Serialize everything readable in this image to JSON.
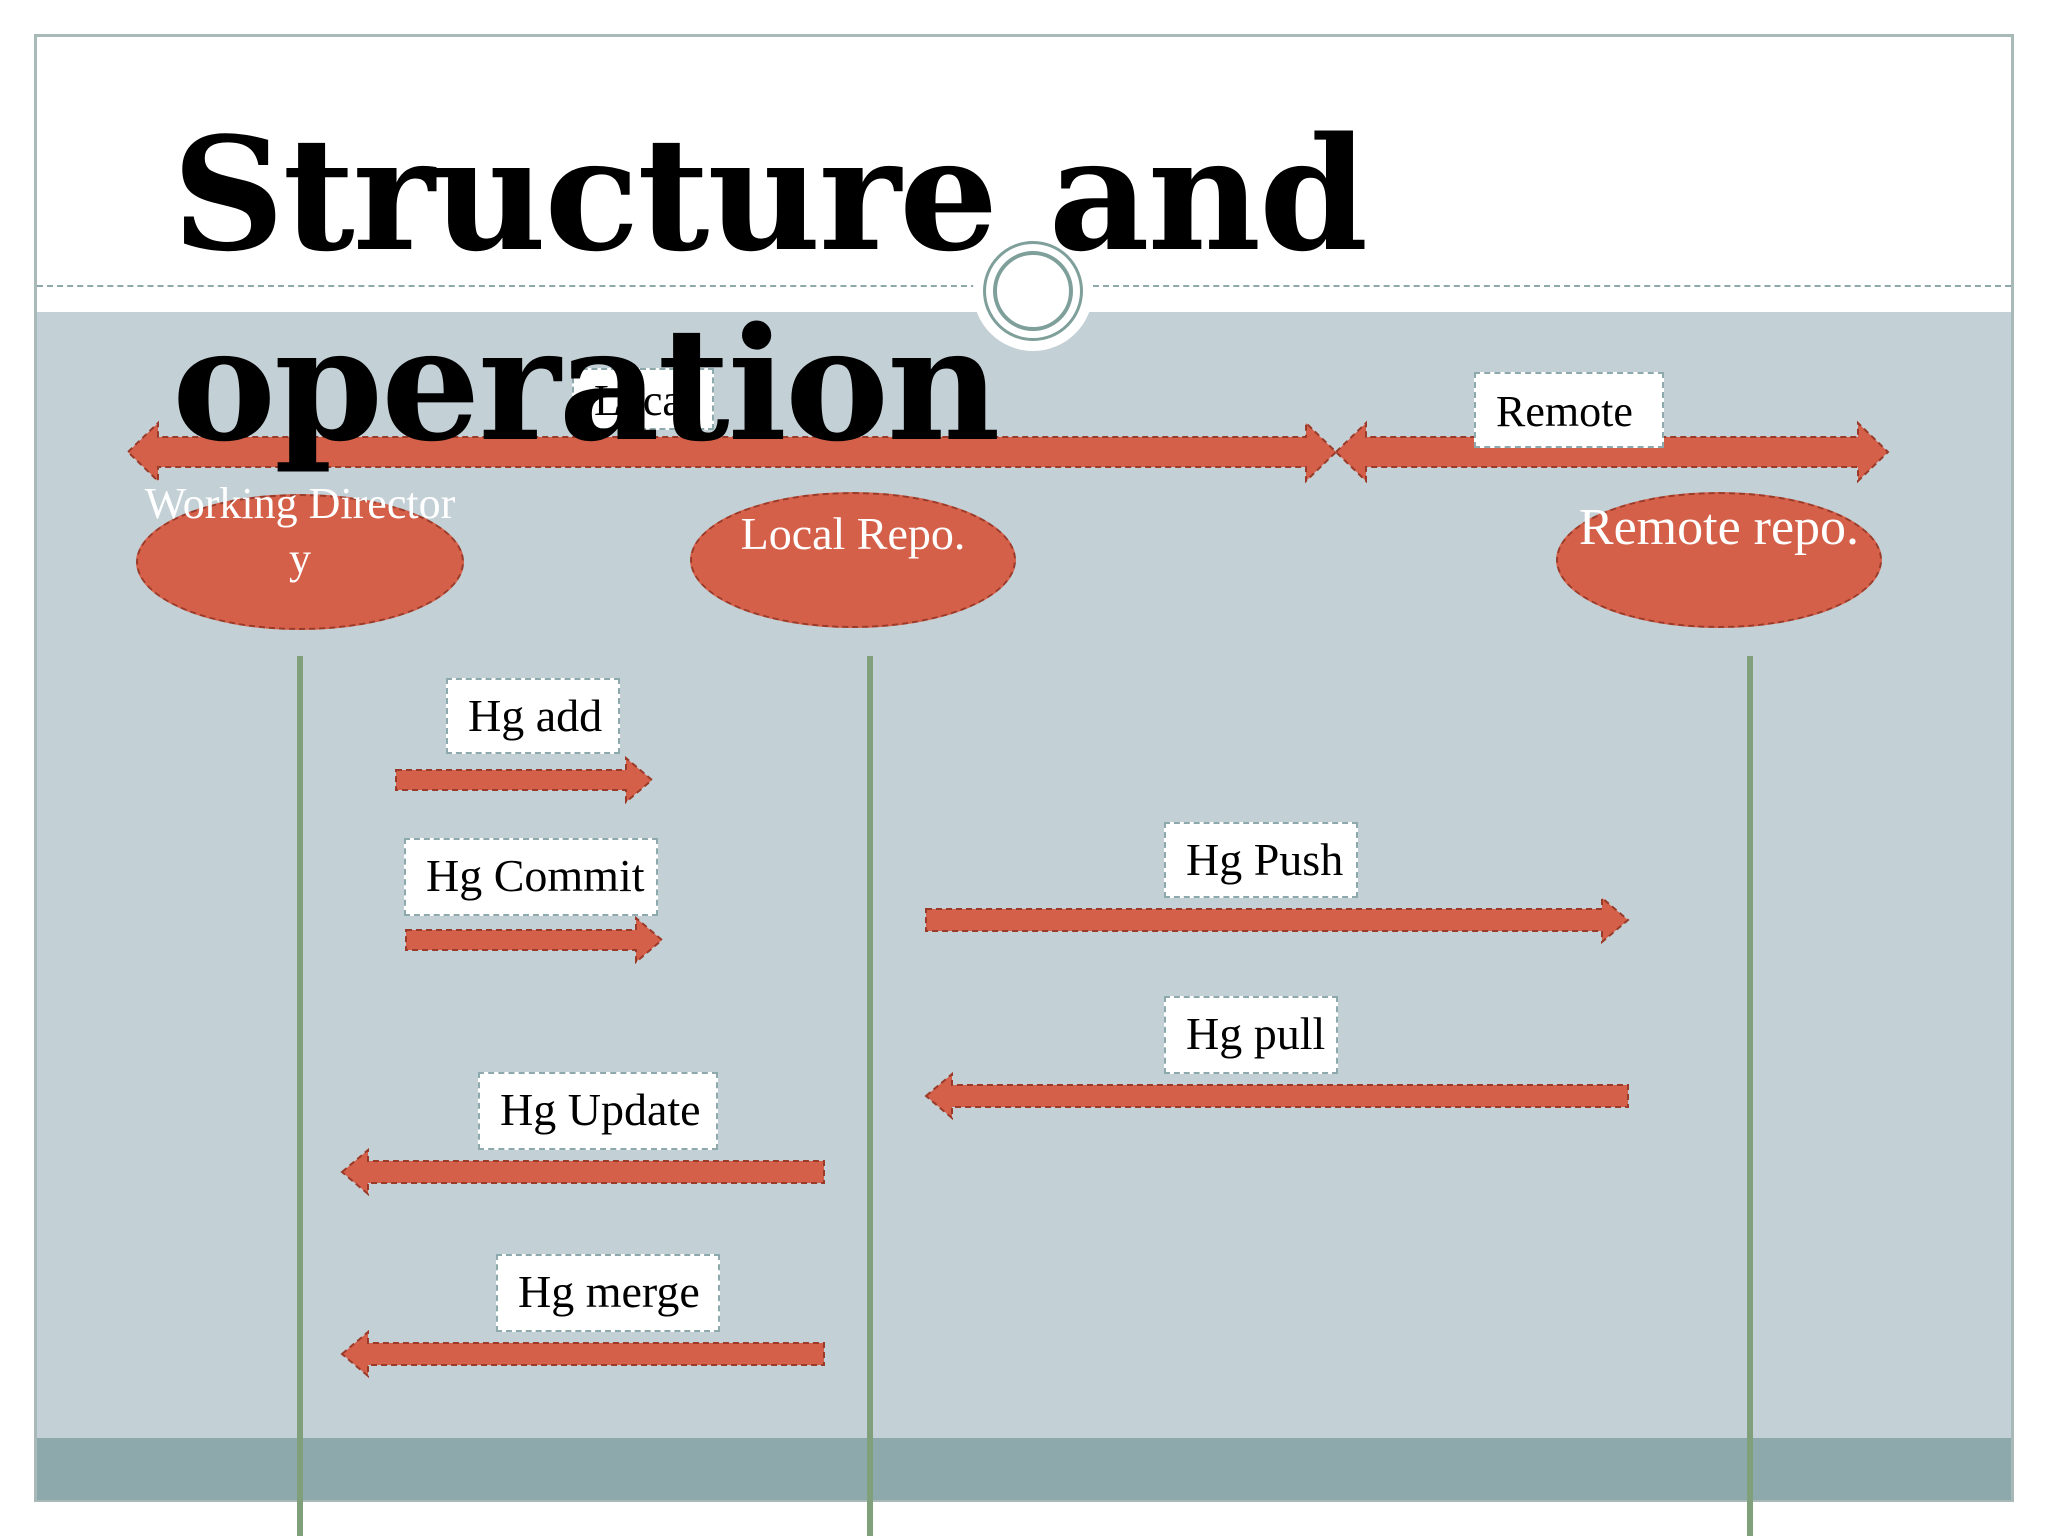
{
  "slide": {
    "title": "Structure  and operation"
  },
  "zones": {
    "local_label": "Local",
    "remote_label": "Remote"
  },
  "nodes": {
    "working_directory": "Working Directory",
    "local_repo": "Local Repo.",
    "remote_repo": "Remote repo."
  },
  "operations": {
    "add": "Hg add",
    "commit": "Hg Commit",
    "push": "Hg Push",
    "pull": "Hg pull",
    "update": "Hg Update",
    "merge": "Hg merge"
  },
  "colors": {
    "arrow_fill": "#d5604a",
    "arrow_stroke": "#9a3a28",
    "lifeline": "#7fa07a",
    "body_background": "#c3d0d6",
    "footer": "#8ea9ab"
  }
}
